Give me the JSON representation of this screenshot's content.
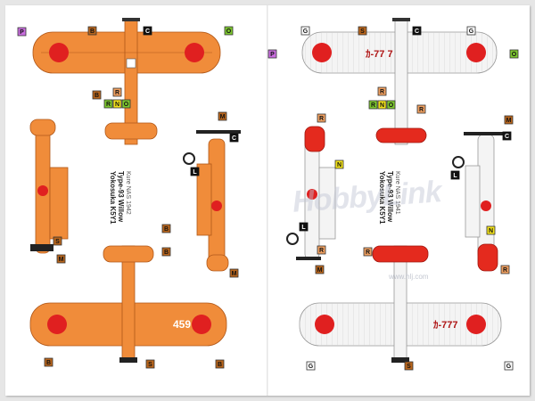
{
  "colors": {
    "orange": "#f08c3a",
    "orange_dark": "#b0581a",
    "white_plane": "#f4f4f4",
    "hinomaru": "#e02020",
    "tail_red": "#e42a1e",
    "code_yellow": "#f2e21a",
    "code_green": "#7cc62e",
    "code_purple": "#c96dde",
    "code_brown": "#b8651c",
    "code_orange": "#f0a060"
  },
  "codes": {
    "P": "P",
    "B": "B",
    "G": "G",
    "O": "O",
    "R": "R",
    "N": "N",
    "S": "S",
    "M": "M",
    "L": "L",
    "C": "C"
  },
  "markings": {
    "orange_tail_number": "459",
    "white_tail_number": "ｶ-777",
    "white_top_wing_number": "ｶ-77 7"
  },
  "titles": {
    "left": {
      "line1": "Yokosuka K5Y1",
      "line2": "Type-93 Willow",
      "line3": "Kure NAS 1942"
    },
    "right": {
      "line1": "Yokosuka K5Y1",
      "line2": "Type-93 Willow",
      "line3": "Kure NAS 1941"
    }
  },
  "watermark": {
    "brand": "HobbyLink",
    "url": "www.hlj.com"
  }
}
